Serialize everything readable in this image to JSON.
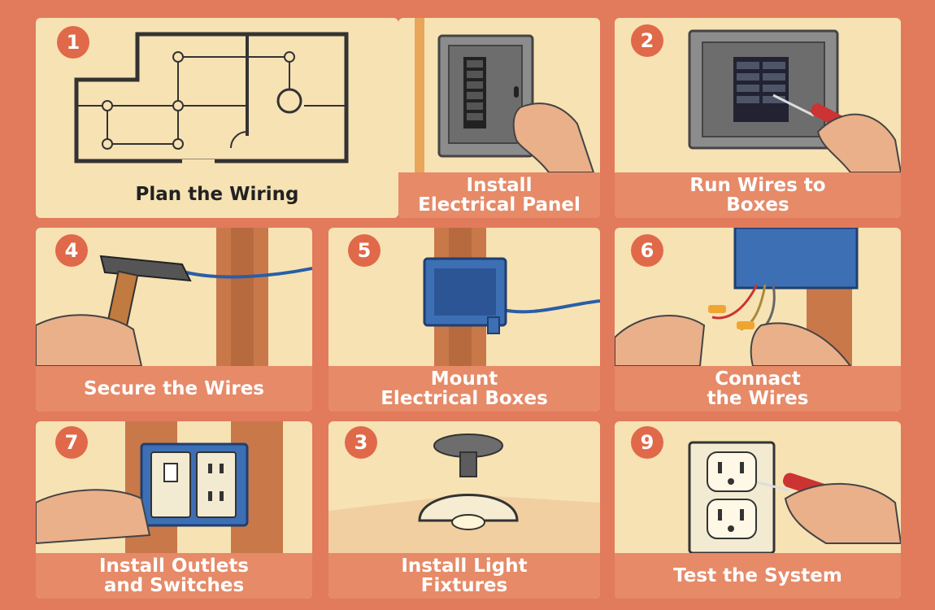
{
  "steps": [
    {
      "number": "1",
      "lines": [
        "Plan the Wiring"
      ]
    },
    {
      "number": "",
      "lines": [
        "Install",
        "Electrical Panel"
      ]
    },
    {
      "number": "2",
      "lines": [
        "Run Wires to",
        "Boxes"
      ]
    },
    {
      "number": "4",
      "lines": [
        "Secure the Wires"
      ]
    },
    {
      "number": "5",
      "lines": [
        "Mount",
        "Electrical Boxes"
      ]
    },
    {
      "number": "6",
      "lines": [
        "Connact",
        "the Wires"
      ]
    },
    {
      "number": "7",
      "lines": [
        "Install Outlets",
        "and Switches"
      ]
    },
    {
      "number": "3",
      "lines": [
        "Install Light",
        "Fixtures"
      ]
    },
    {
      "number": "9",
      "lines": [
        "Test the System"
      ]
    }
  ],
  "colors": {
    "background": "#e27a5c",
    "panel": "#f7e2b4",
    "badge": "#e0694a",
    "caption": "#e68a68",
    "box_blue": "#3d6fb5"
  }
}
